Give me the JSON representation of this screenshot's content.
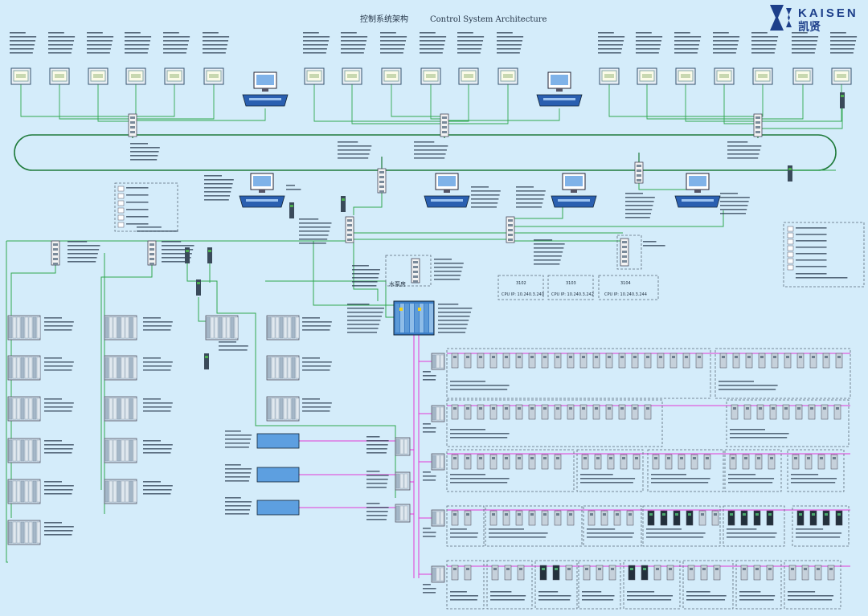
{
  "header": {
    "title_cn": "控制系统架构",
    "title_en": "Control System Architecture"
  },
  "logo": {
    "word": "KAISEN",
    "cn": "凯贤"
  },
  "labels": {
    "pressure_room": "水泵房",
    "cpu1_tag": "3102",
    "cpu1_ip": "CPU IP: 10.240.3.240",
    "cpu2_tag": "3103",
    "cpu2_ip": "CPU IP: 10.240.3.242",
    "cpu3_tag": "3104",
    "cpu3_ip": "CPU IP: 10.240.3.244"
  },
  "colors": {
    "background": "#d4ecfa",
    "ethernet": "#2fa84f",
    "ring": "#1e7a3a",
    "fieldbus": "#e23ad6",
    "panel_box": "#5a6a7a",
    "workstation": "#2a5fb0",
    "title": "#243447",
    "logo": "#1d3f8a"
  }
}
